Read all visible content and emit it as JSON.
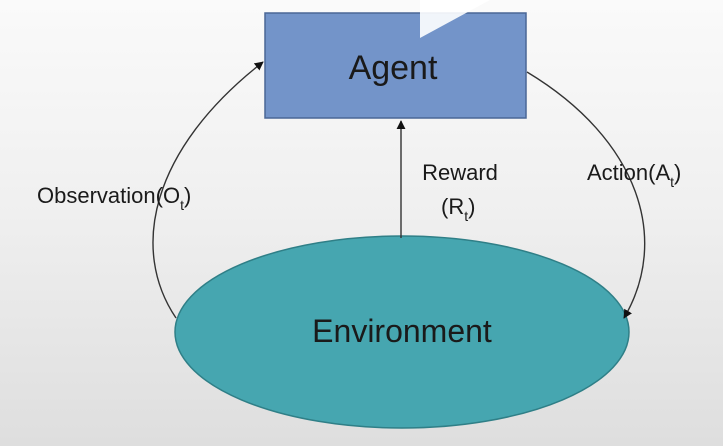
{
  "nodes": {
    "agent": {
      "label": "Agent",
      "fill": "#7394c9",
      "stroke": "#4a6796"
    },
    "environment": {
      "label": "Environment",
      "fill": "#46a6b0",
      "stroke": "#2f7f87"
    }
  },
  "edges": {
    "observation": {
      "label": "Observation(O",
      "sub": "t",
      "close": ")"
    },
    "reward": {
      "label_line1": "Reward",
      "label_line2": "(R",
      "sub": "t",
      "close": ")"
    },
    "action": {
      "label": "Action(A",
      "sub": "t",
      "close": ")"
    }
  }
}
